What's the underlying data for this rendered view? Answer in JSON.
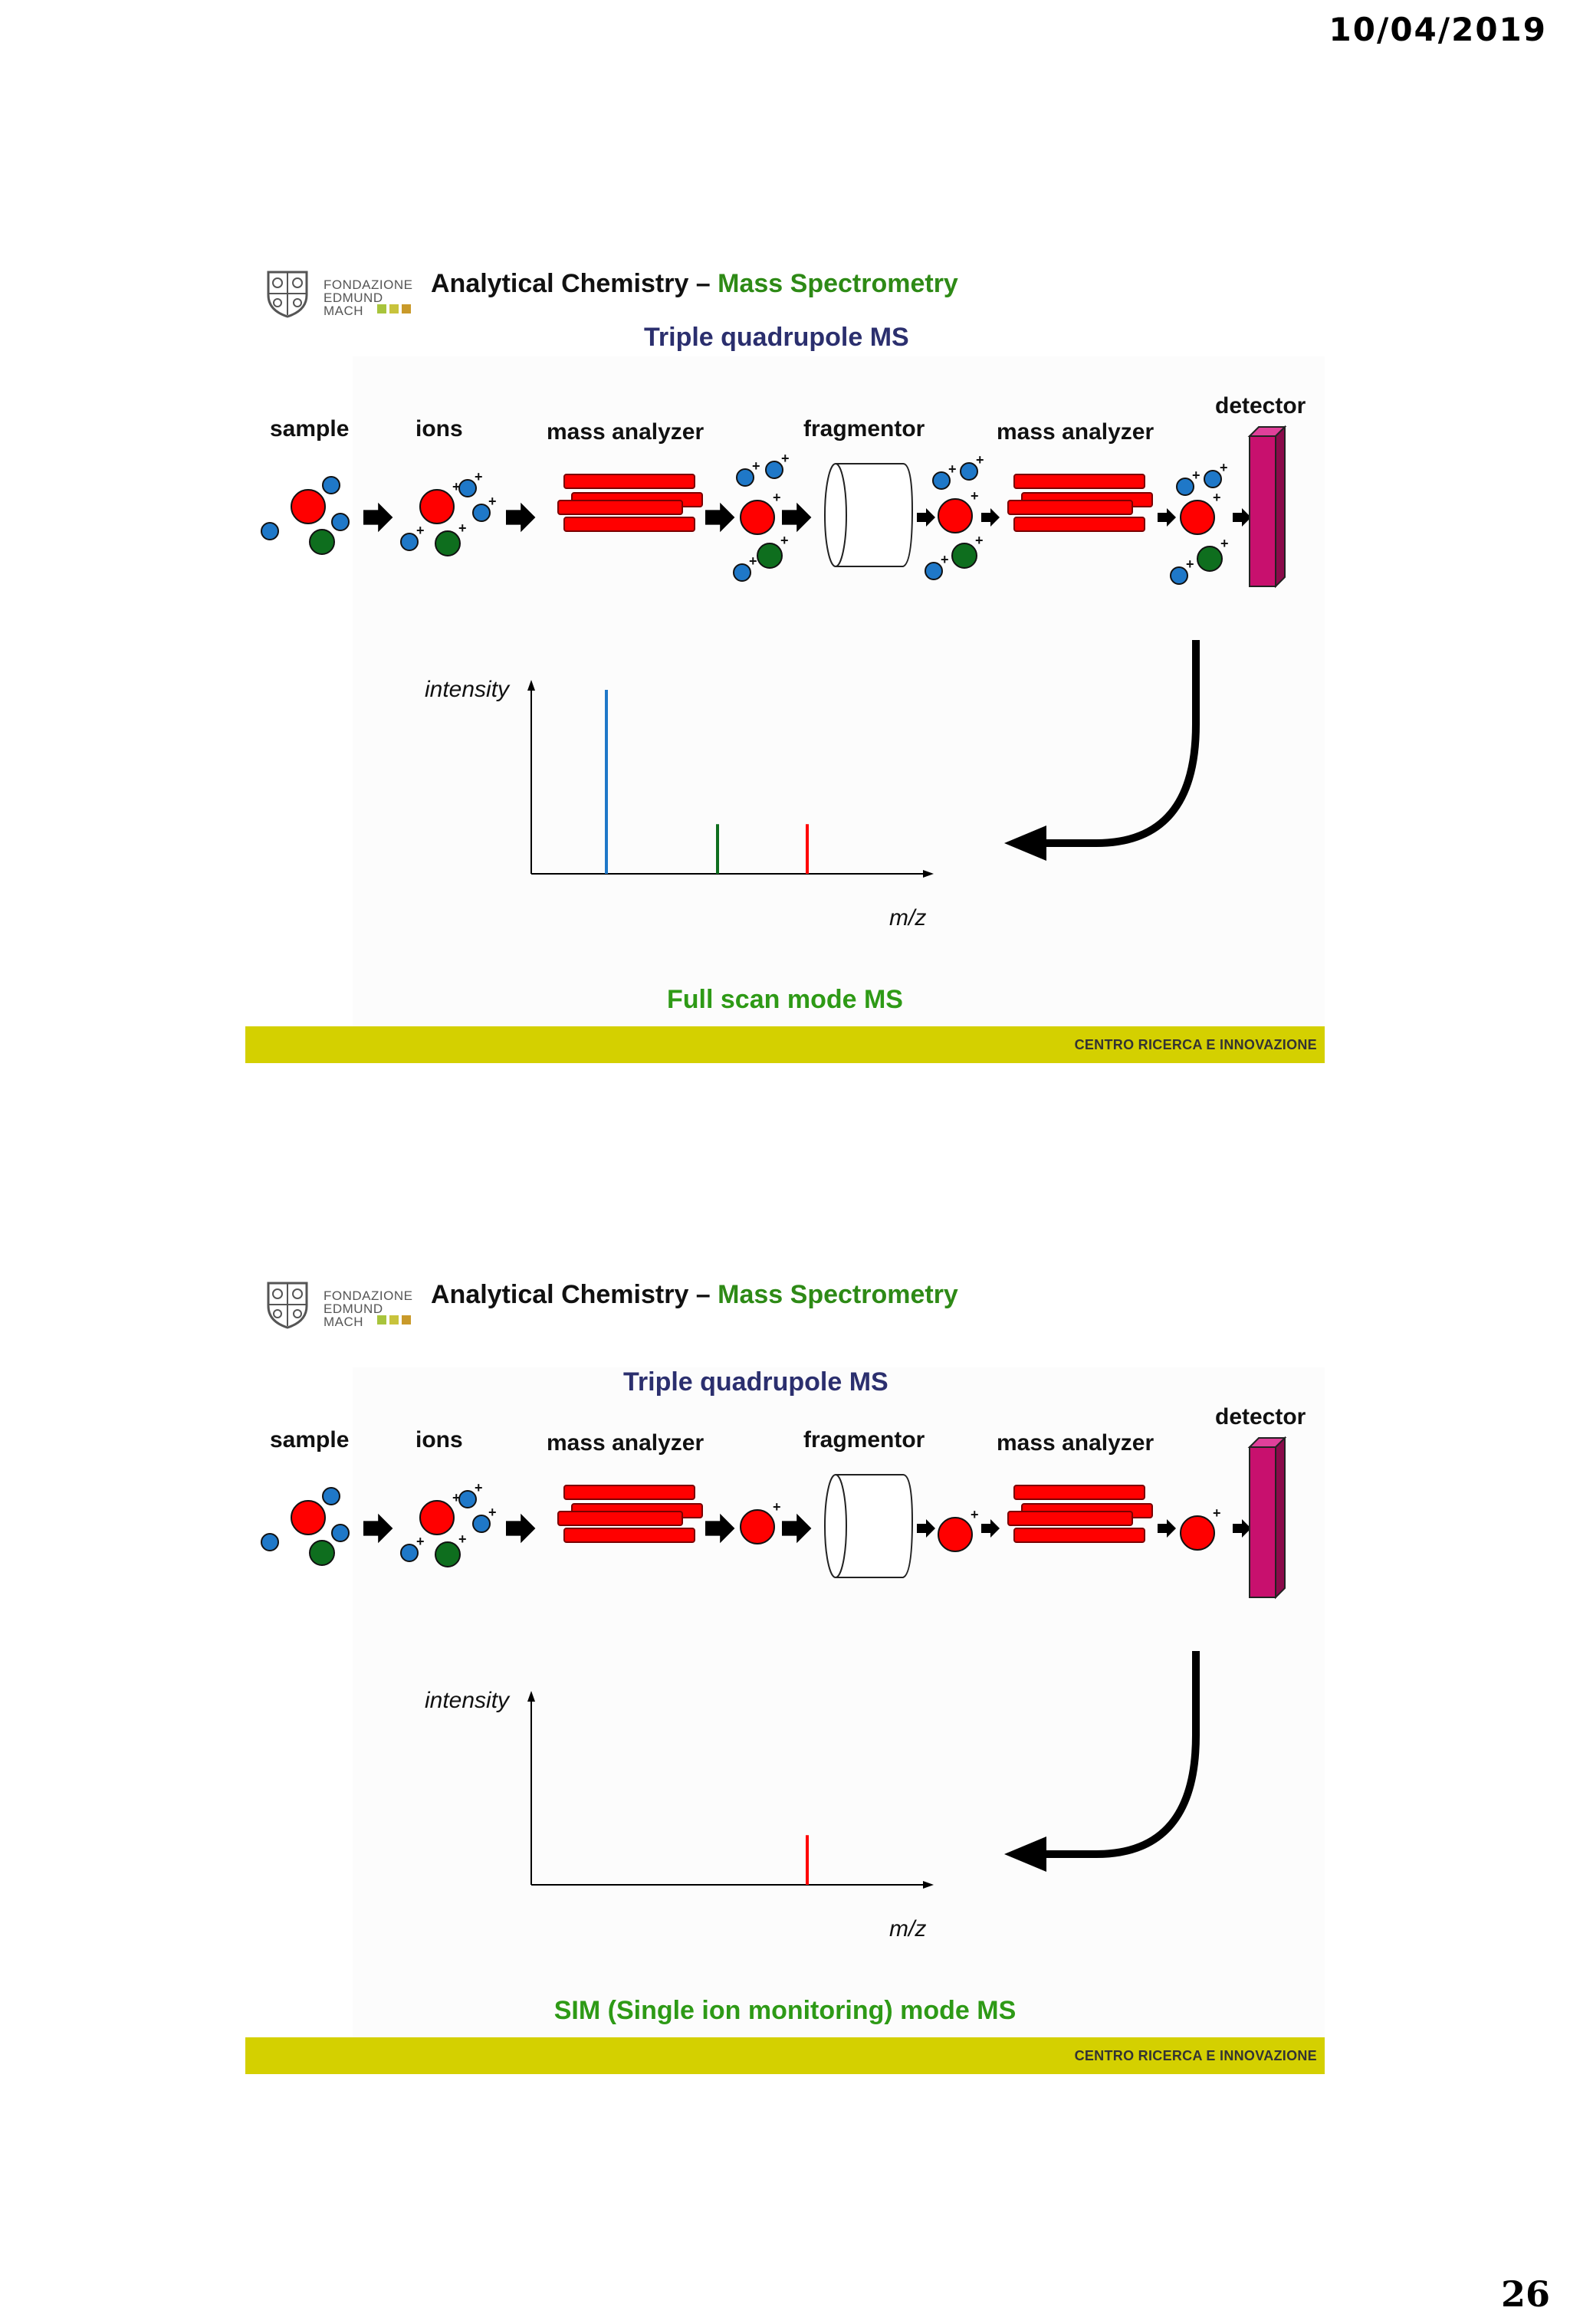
{
  "page": {
    "date": "10/04/2019",
    "page_number": "26"
  },
  "slides": [
    {
      "logo_text": "FONDAZIONE\nEDMUND\nMACH",
      "header_black": "Analytical Chemistry – ",
      "header_green": "Mass Spectrometry",
      "subtitle": "Triple quadrupole MS",
      "labels": {
        "sample": "sample",
        "ions": "ions",
        "mass_analyzer_1": "mass analyzer",
        "fragmentor": "fragmentor",
        "mass_analyzer_2": "mass analyzer",
        "detector": "detector"
      },
      "y_label": "intensity",
      "x_label": "m/z",
      "mode": "Full scan mode MS",
      "footer": "CENTRO RICERCA E INNOVAZIONE"
    },
    {
      "logo_text": "FONDAZIONE\nEDMUND\nMACH",
      "header_black": "Analytical Chemistry – ",
      "header_green": "Mass Spectrometry",
      "subtitle": "Triple quadrupole MS",
      "labels": {
        "sample": "sample",
        "ions": "ions",
        "mass_analyzer_1": "mass analyzer",
        "fragmentor": "fragmentor",
        "mass_analyzer_2": "mass analyzer",
        "detector": "detector"
      },
      "y_label": "intensity",
      "x_label": "m/z",
      "mode": "SIM (Single ion monitoring) mode MS",
      "footer": "CENTRO RICERCA E INNOVAZIONE"
    }
  ],
  "colors": {
    "red_ion": "#ff0000",
    "blue_ion": "#1f78c8",
    "green_ion": "#0e6e1e",
    "detector": "#c8106e",
    "footer_bar": "#d4d000",
    "title_green": "#2e8a16",
    "subtitle_navy": "#2b2f6e"
  },
  "chart_data": [
    {
      "type": "bar",
      "mode": "Full scan",
      "xlabel": "m/z",
      "ylabel": "intensity",
      "peaks": [
        {
          "series": "blue",
          "x": 1,
          "value": 1.0
        },
        {
          "series": "green",
          "x": 2,
          "value": 0.27
        },
        {
          "series": "red",
          "x": 3,
          "value": 0.27
        }
      ]
    },
    {
      "type": "bar",
      "mode": "SIM",
      "xlabel": "m/z",
      "ylabel": "intensity",
      "peaks": [
        {
          "series": "red",
          "x": 3,
          "value": 0.27
        }
      ]
    }
  ]
}
